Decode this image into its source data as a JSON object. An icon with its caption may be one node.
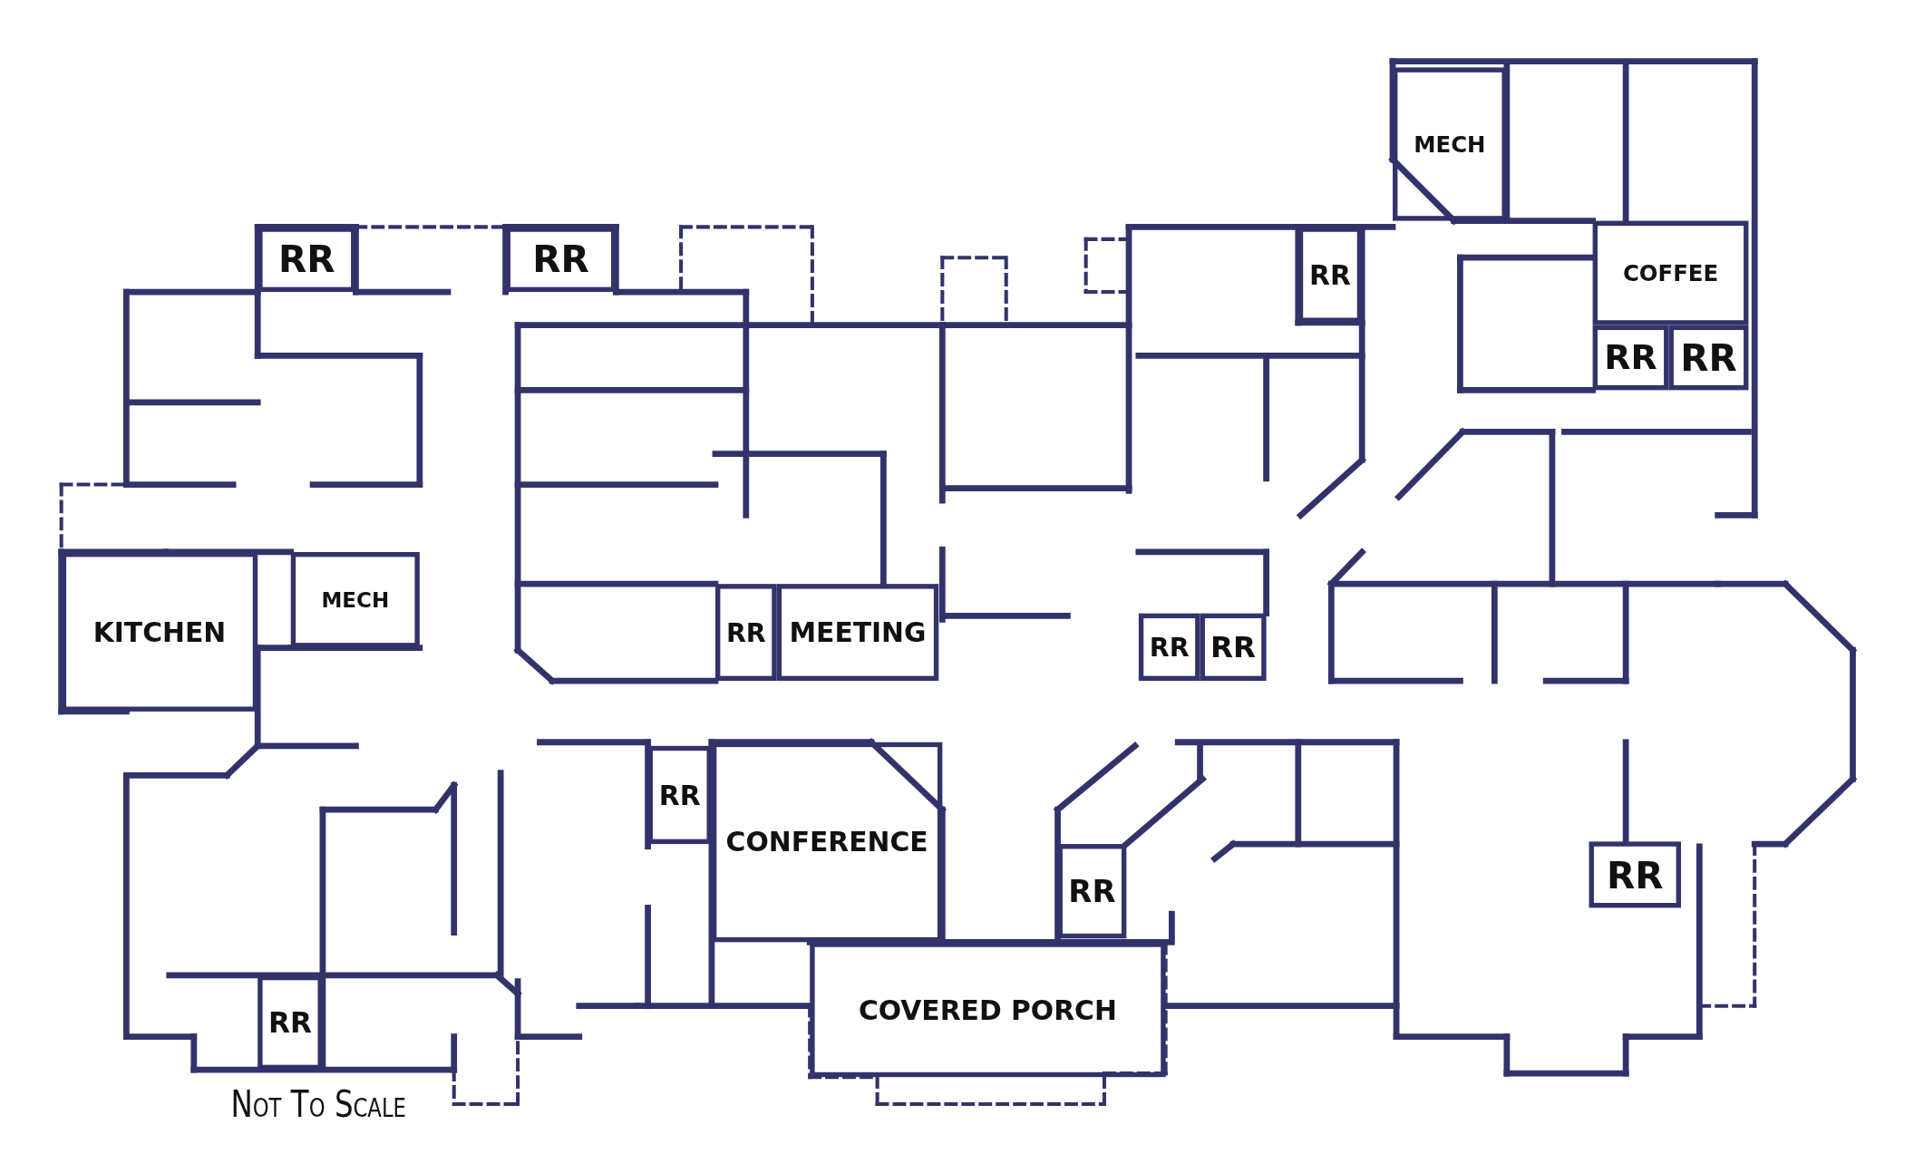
{
  "diagram": {
    "nodes": [
      {
        "text": [
          "MECH"
        ]
      },
      {
        "text": [
          "RR"
        ]
      },
      {
        "text": [
          "RR"
        ]
      },
      {
        "text": [
          "RR"
        ]
      },
      {
        "text": [
          "COFFEE"
        ]
      },
      {
        "text": [
          "RR"
        ]
      },
      {
        "text": [
          "RR"
        ]
      },
      {
        "text": [
          "KITCHEN"
        ]
      },
      {
        "text": [
          "MECH"
        ]
      },
      {
        "text": [
          "RR"
        ]
      },
      {
        "text": [
          "MEETING"
        ]
      },
      {
        "text": [
          "RR"
        ]
      },
      {
        "text": [
          "RR"
        ]
      },
      {
        "text": [
          "RR"
        ]
      },
      {
        "text": [
          "CONFERENCE"
        ]
      },
      {
        "text": [
          "RR"
        ]
      },
      {
        "text": [
          "RR"
        ]
      },
      {
        "text": [
          "RR"
        ]
      },
      {
        "text": [
          "COVERED PORCH"
        ]
      }
    ],
    "labels": [
      "Not To Scale"
    ]
  }
}
